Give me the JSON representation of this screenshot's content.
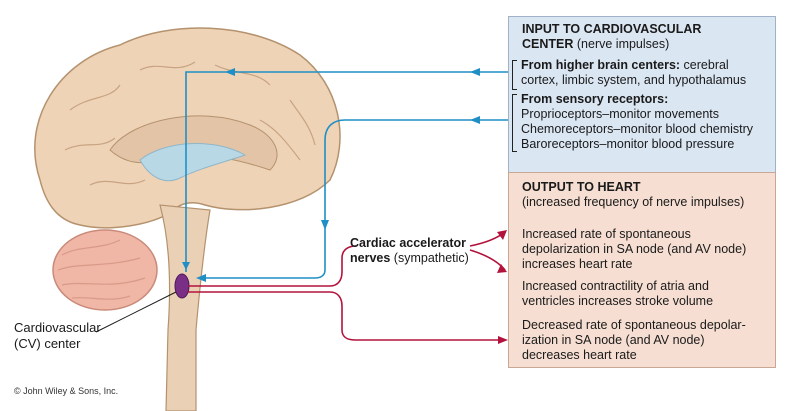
{
  "input_box": {
    "title": "INPUT TO CARDIOVASCULAR CENTER",
    "title_line1": "INPUT TO CARDIOVASCULAR",
    "title_line2": "CENTER",
    "subtitle": "(nerve impulses)",
    "higher": {
      "heading": "From higher brain centers:",
      "line1_rest": "cerebral",
      "line2": "cortex, limbic system, and hypothalamus"
    },
    "sensory": {
      "heading": "From sensory receptors:",
      "items": [
        "Proprioceptors–monitor movements",
        "Chemoreceptors–monitor blood chemistry",
        "Baroreceptors–monitor blood pressure"
      ]
    }
  },
  "output_box": {
    "title": "OUTPUT TO HEART",
    "subtitle": "(increased frequency of nerve impulses)",
    "effects": [
      [
        "Increased rate of spontaneous",
        "depolarization in SA node (and AV node)",
        "increases heart rate"
      ],
      [
        "Increased contractility of atria and",
        "ventricles increases stroke volume"
      ],
      [
        "Decreased rate of spontaneous depolar-",
        "ization in SA node (and AV node)",
        "decreases heart rate"
      ]
    ]
  },
  "nerve_label": {
    "bold_line1": "Cardiac accelerator",
    "bold_line2": "nerves",
    "rest": "(sympathetic)"
  },
  "cv_label": {
    "line1": "Cardiovascular",
    "line2": "(CV) center"
  },
  "copyright": "© John Wiley & Sons, Inc.",
  "colors": {
    "input_arrow": "#1f8fc6",
    "output_arrow": "#b3123c",
    "cv_center": "#7a2f87",
    "brain": "#efd3b6",
    "cerebellum": "#f0b6a6"
  }
}
